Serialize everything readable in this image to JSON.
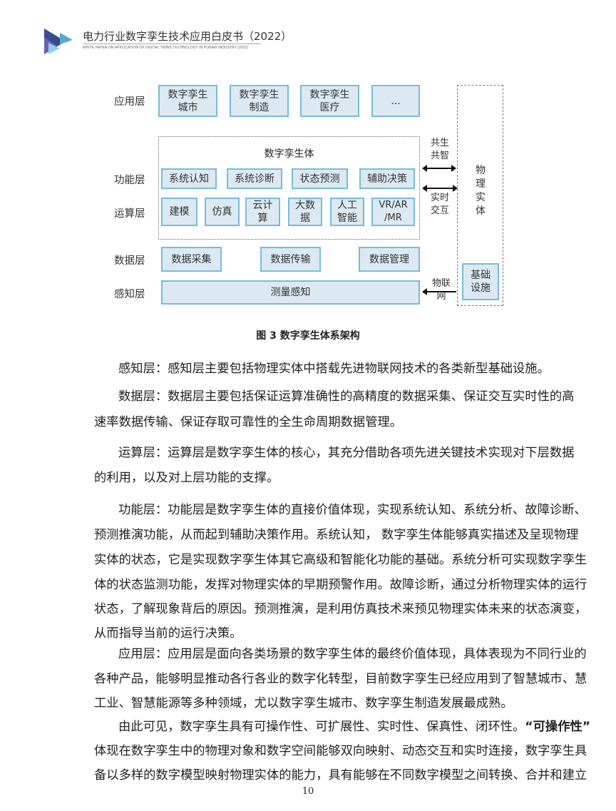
{
  "header": {
    "title": "电力行业数字孪生技术应用白皮书（2022）",
    "subtitle": "WHITE PAPER ON APPLICATION OF DIGITAL TWINS TECHNOLOGY IN POWER INDUSTRY (2022)"
  },
  "diagram": {
    "row_labels": [
      "应用层",
      "功能层",
      "运算层",
      "数据层",
      "感知层"
    ],
    "app_boxes": [
      [
        "数字孪生",
        "城市"
      ],
      [
        "数字孪生",
        "制造"
      ],
      [
        "数字孪生",
        "医疗"
      ],
      [
        "...",
        ""
      ]
    ],
    "twin_title": "数字孪生体",
    "function_boxes": [
      "系统认知",
      "系统诊断",
      "状态预测",
      "辅助决策"
    ],
    "compute_boxes": [
      [
        "建模",
        ""
      ],
      [
        "仿真",
        ""
      ],
      [
        "云计",
        "算"
      ],
      [
        "大数",
        "据"
      ],
      [
        "人工",
        "智能"
      ],
      [
        "VR/AR",
        "/MR"
      ]
    ],
    "data_boxes": [
      "数据采集",
      "数据传输",
      "数据管理"
    ],
    "sense_box": "测量感知",
    "link_top": [
      "共生",
      "共智"
    ],
    "link_mid": [
      "实时",
      "交互"
    ],
    "link_bottom": [
      "物联",
      "网"
    ],
    "physical_label": [
      "物",
      "理",
      "实",
      "体"
    ],
    "infra_box": [
      "基础",
      "设施"
    ]
  },
  "caption": "图 3  数字孪生体系架构",
  "body_lines": [
    "感知层：感知层主要包括物理实体中搭载先进物联网技术的各类新型基础设施。",
    "数据层：数据层主要包括保证运算准确性的高精度的数据采集、保证交互实时性的高",
    "速率数据传输、保证存取可靠性的全生命周期数据管理。",
    "运算层：运算层是数字孪生体的核心，其充分借助各项先进关键技术实现对下层数据",
    "的利用，以及对上层功能的支撑。",
    "功能层：功能层是数字孪生体的直接价值体现，实现系统认知、系统分析、故障诊断、",
    "预测推演功能，从而起到辅助决策作用。系统认知， 数字孪生体能够真实描述及呈现物理",
    "实体的状态，它是实现数字孪生体其它高级和智能化功能的基础。系统分析可实现数字孪生",
    "体的状态监测功能，发挥对物理实体的早期预警作用。故障诊断，通过分析物理实体的运行",
    "状态，了解现象背后的原因。预测推演，是利用仿真技术来预见物理实体未来的状态演变，",
    "从而指导当前的运行决策。",
    "应用层：应用层是面向各类场景的数字孪生体的最终价值体现，具体表现为不同行业的",
    "各种产品，能够明显推动各行各业的数字化转型，目前数字孪生已经应用到了智慧城市、慧",
    "工业、智慧能源等多种领域，尤以数字孪生城市、数字孪生制造发展最成熟。",
    "由此可见，数字孪生具有可操作性、可扩展性、实时性、保真性、闭环性。",
    "体现在数字孪生中的物理对象和数字空间能够双向映射、动态交互和实时连接，数字孪生具",
    "备以多样的数字模型映射物理实体的能力，具有能够在不同数字模型之间转换、合并和建立"
  ],
  "bold_phrase": "“可操作性”",
  "page_number": "10",
  "colors": {
    "box_fill": "#dce9f2",
    "box_border": "#79bcd6"
  }
}
